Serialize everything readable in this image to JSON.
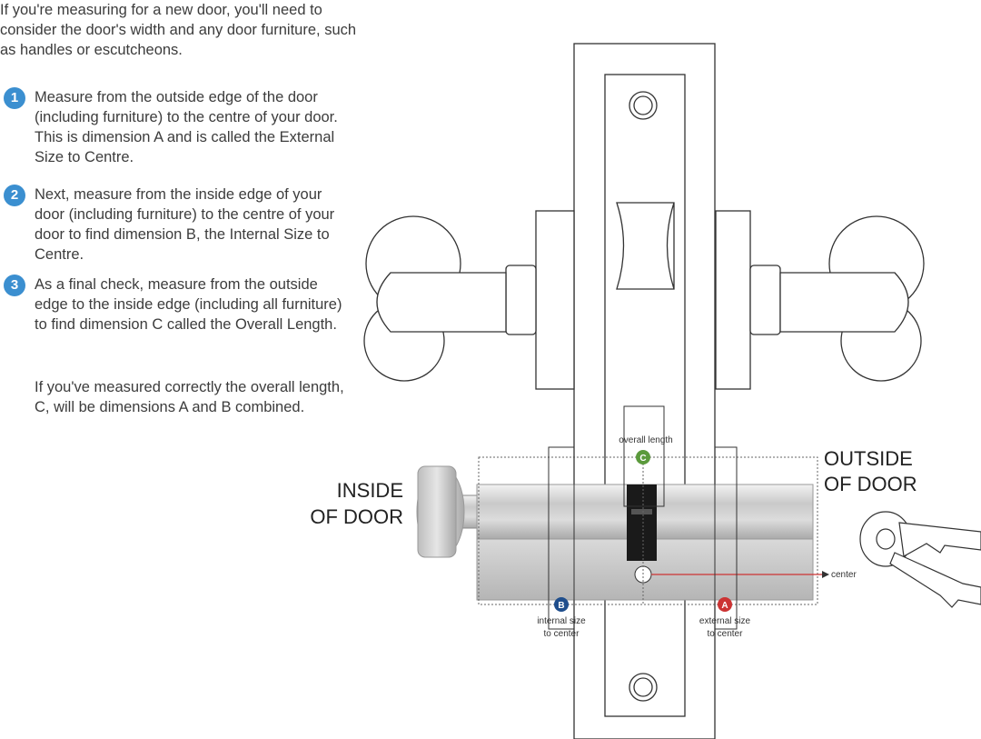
{
  "intro": "If you're measuring for a new door, you'll need to consider the door's width and any door furniture, such as handles or escutcheons.",
  "steps": [
    {
      "number": "1",
      "text": "Measure from the outside edge of the door (including furniture) to the centre of your door. This is dimension A and is called the External Size to Centre."
    },
    {
      "number": "2",
      "text": "Next, measure from the inside edge of your door (including furniture) to the centre of your door to find dimension B, the Internal Size to Centre."
    },
    {
      "number": "3",
      "text": "As a final check, measure from the outside edge to the inside edge (including all furniture) to find dimension C called the Overall Length."
    }
  ],
  "note": "If you've measured correctly the overall length, C, will be dimensions A and B combined.",
  "diagram": {
    "inside_label_line1": "INSIDE",
    "inside_label_line2": "OF DOOR",
    "outside_label_line1": "OUTSIDE",
    "outside_label_line2": "OF DOOR",
    "overall_length_label": "overall length",
    "internal_label_line1": "internal size",
    "internal_label_line2": "to center",
    "external_label_line1": "external size",
    "external_label_line2": "to center",
    "center_label": "center",
    "marker_c": "C",
    "marker_b": "B",
    "marker_a": "A",
    "colors": {
      "step_badge": "#3b8fd0",
      "marker_c": "#5b9a3c",
      "marker_b": "#1f4e8c",
      "marker_a": "#cc3333",
      "guide_red": "#cc3333"
    }
  }
}
